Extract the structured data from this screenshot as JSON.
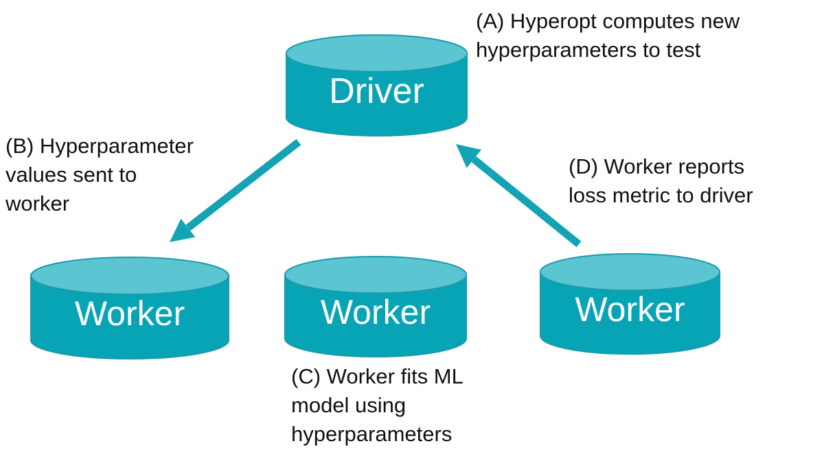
{
  "colors": {
    "cylinder_top": "#5bc6d1",
    "cylinder_body": "#07a4b6",
    "cylinder_stroke": "#1a99ab",
    "arrow": "#14a3b5",
    "text": "#101010",
    "label_text": "#ffffff",
    "background": "#ffffff"
  },
  "nodes": {
    "driver": {
      "label": "Driver"
    },
    "worker_left": {
      "label": "Worker"
    },
    "worker_middle": {
      "label": "Worker"
    },
    "worker_right": {
      "label": "Worker"
    }
  },
  "annotations": {
    "a": "(A) Hyperopt computes new\nhyperparameters to test",
    "b": "(B) Hyperparameter\nvalues sent to\nworker",
    "c": "(C) Worker fits ML\nmodel using\nhyperparameters",
    "d": "(D) Worker reports\nloss metric to driver"
  }
}
